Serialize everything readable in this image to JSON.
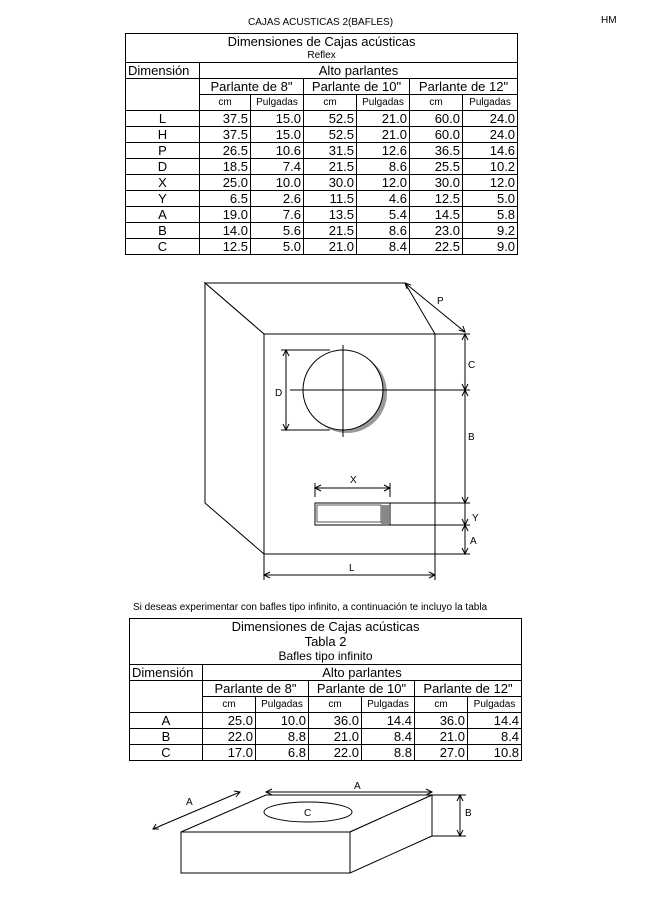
{
  "header": {
    "title": "CAJAS ACUSTICAS 2(BAFLES)",
    "author": "HM"
  },
  "table1": {
    "title": "Dimensiones de Cajas acústicas",
    "subtitle": "Reflex",
    "dim_label": "Dimensión",
    "group_label": "Alto parlantes",
    "speakers": [
      "Parlante de 8\"",
      "Parlante de 10\"",
      "Parlante de 12\""
    ],
    "unit_cm": "cm",
    "unit_in": "Pulgadas",
    "rows": [
      {
        "dim": "L",
        "v": [
          "37.5",
          "15.0",
          "52.5",
          "21.0",
          "60.0",
          "24.0"
        ]
      },
      {
        "dim": "H",
        "v": [
          "37.5",
          "15.0",
          "52.5",
          "21.0",
          "60.0",
          "24.0"
        ]
      },
      {
        "dim": "P",
        "v": [
          "26.5",
          "10.6",
          "31.5",
          "12.6",
          "36.5",
          "14.6"
        ]
      },
      {
        "dim": "D",
        "v": [
          "18.5",
          "7.4",
          "21.5",
          "8.6",
          "25.5",
          "10.2"
        ]
      },
      {
        "dim": "X",
        "v": [
          "25.0",
          "10.0",
          "30.0",
          "12.0",
          "30.0",
          "12.0"
        ]
      },
      {
        "dim": "Y",
        "v": [
          "6.5",
          "2.6",
          "11.5",
          "4.6",
          "12.5",
          "5.0"
        ]
      },
      {
        "dim": "A",
        "v": [
          "19.0",
          "7.6",
          "13.5",
          "5.4",
          "14.5",
          "5.8"
        ]
      },
      {
        "dim": "B",
        "v": [
          "14.0",
          "5.6",
          "21.5",
          "8.6",
          "23.0",
          "9.2"
        ]
      },
      {
        "dim": "C",
        "v": [
          "12.5",
          "5.0",
          "21.0",
          "8.4",
          "22.5",
          "9.0"
        ]
      }
    ]
  },
  "diagram1": {
    "labels": {
      "P": "P",
      "C": "C",
      "D": "D",
      "B": "B",
      "X": "X",
      "Y": "Y",
      "A": "A",
      "L": "L"
    }
  },
  "note": "Si deseas experimentar con bafles tipo infinito, a continuación te incluyo la tabla",
  "table2": {
    "title": "Dimensiones de Cajas acústicas",
    "subtitle": "Tabla 2",
    "subtitle2": "Bafles tipo infinito",
    "dim_label": "Dimensión",
    "group_label": "Alto parlantes",
    "speakers": [
      "Parlante de 8\"",
      "Parlante de 10\"",
      "Parlante de 12\""
    ],
    "unit_cm": "cm",
    "unit_in": "Pulgadas",
    "rows": [
      {
        "dim": "A",
        "v": [
          "25.0",
          "10.0",
          "36.0",
          "14.4",
          "36.0",
          "14.4"
        ]
      },
      {
        "dim": "B",
        "v": [
          "22.0",
          "8.8",
          "21.0",
          "8.4",
          "21.0",
          "8.4"
        ]
      },
      {
        "dim": "C",
        "v": [
          "17.0",
          "6.8",
          "22.0",
          "8.8",
          "27.0",
          "10.8"
        ]
      }
    ]
  },
  "diagram2": {
    "labels": {
      "A_top": "A",
      "A_left": "A",
      "B": "B",
      "C": "C"
    }
  }
}
